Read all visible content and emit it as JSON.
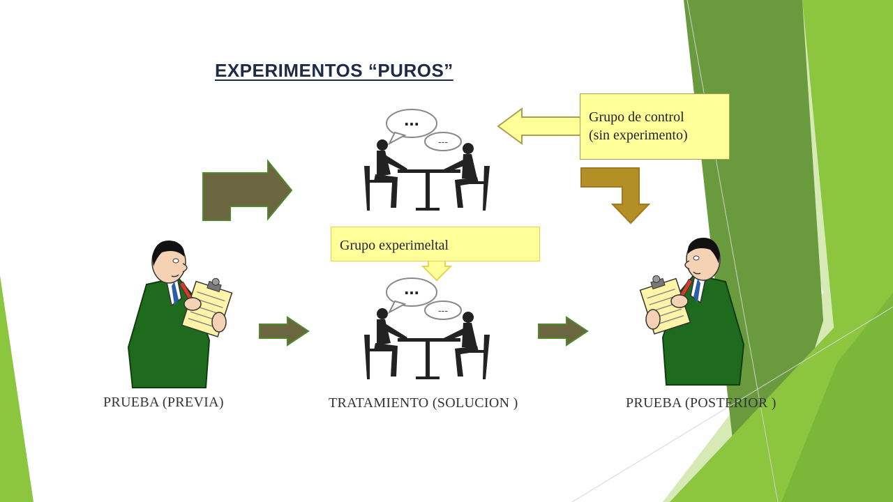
{
  "title": "EXPERIMENTOS “PUROS”",
  "callouts": {
    "control_line1": "Grupo de control",
    "control_line2": "(sin experimento)",
    "experimental": "Grupo experimeltal"
  },
  "labels": {
    "pre": "PRUEBA (PREVIA)",
    "treatment": "TRATAMIENTO (SOLUCION )",
    "post": "PRUEBA (POSTERIOR )"
  },
  "speech": {
    "big": "...",
    "small": "---"
  },
  "colors": {
    "arrow_dark": "#6b6540",
    "arrow_gold": "#b39025",
    "callout_fill": "#ffff99",
    "green_light": "#8cc63f",
    "green_dark": "#4e8a2a",
    "suit_green": "#1e6b1e"
  }
}
